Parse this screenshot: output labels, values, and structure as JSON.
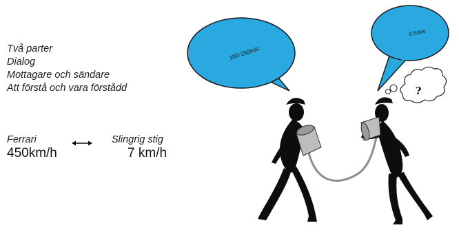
{
  "bullets": [
    "Två parter",
    "Dialog",
    "Mottagare och sändare",
    "Att förstå och vara förstådd"
  ],
  "comparison": {
    "left_label": "Ferrari",
    "left_value": "450km/h",
    "right_label": "Slingrig stig",
    "right_value": "7 km/h",
    "arrow_icon": "double-arrow-icon"
  },
  "speech": {
    "left_bubble": "100-150m/s",
    "right_bubble": "0.5m/s",
    "thought_bubble": "?"
  },
  "colors": {
    "bubble_fill": "#2aa8e0",
    "bubble_stroke": "#1a1a1a",
    "figure_fill": "#0d0d0d",
    "can_fill": "#bdbdbd"
  }
}
